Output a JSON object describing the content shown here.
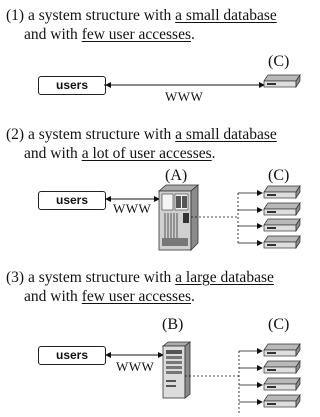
{
  "case1": {
    "line1_prefix": "(1) a system structure with ",
    "line1_underlined": "a small database",
    "line2_prefix": "and with ",
    "line2_underlined": "few user accesses",
    "line2_suffix": ".",
    "server_label": "(C)",
    "users_label": "users",
    "www_label": "WWW"
  },
  "case2": {
    "line1_prefix": "(2) a system structure with ",
    "line1_underlined": "a small database",
    "line2_prefix": "and with ",
    "line2_underlined": "a lot of user accesses",
    "line2_suffix": ".",
    "middle_label": "(A)",
    "server_label": "(C)",
    "users_label": "users",
    "www_label": "WWW"
  },
  "case3": {
    "line1_prefix": "(3) a system structure with ",
    "line1_underlined": "a large database",
    "line2_prefix": "and with ",
    "line2_underlined": "few user accesses",
    "line2_suffix": ".",
    "middle_label": "(B)",
    "server_label": "(C)",
    "users_label": "users",
    "www_label": "WWW"
  }
}
